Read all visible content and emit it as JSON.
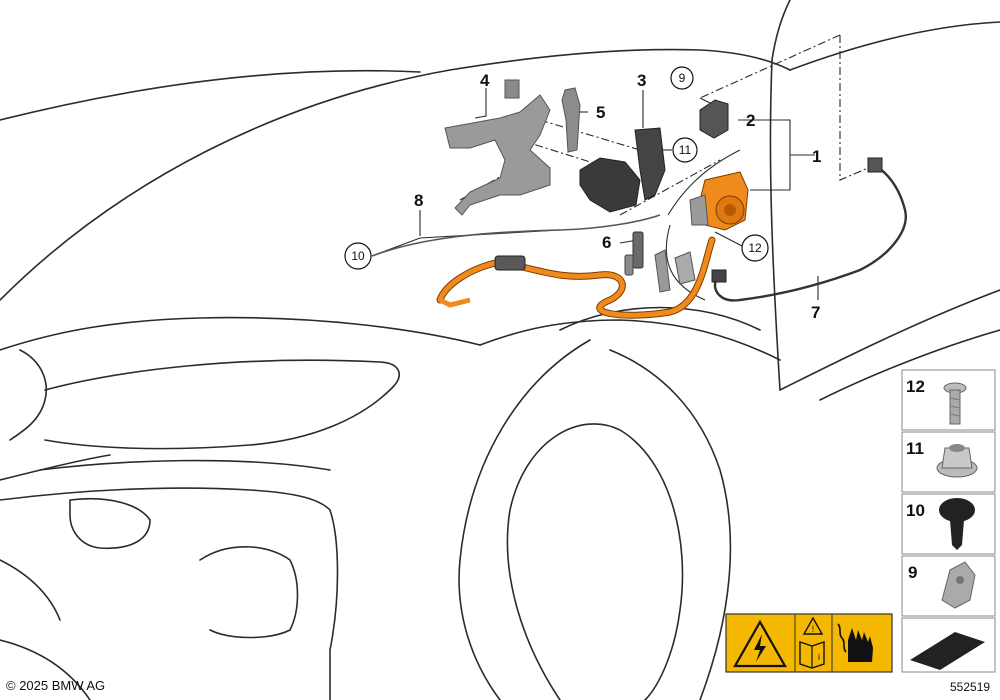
{
  "callouts": [
    {
      "id": "1",
      "label": "1"
    },
    {
      "id": "2",
      "label": "2"
    },
    {
      "id": "3",
      "label": "3"
    },
    {
      "id": "4",
      "label": "4"
    },
    {
      "id": "5",
      "label": "5"
    },
    {
      "id": "6",
      "label": "6"
    },
    {
      "id": "7",
      "label": "7"
    },
    {
      "id": "8",
      "label": "8"
    }
  ],
  "circled_callouts": [
    {
      "id": "9",
      "label": "9"
    },
    {
      "id": "10",
      "label": "10"
    },
    {
      "id": "11",
      "label": "11"
    },
    {
      "id": "12",
      "label": "12"
    }
  ],
  "legend": [
    {
      "label": "12",
      "part": "screw"
    },
    {
      "label": "11",
      "part": "nut"
    },
    {
      "label": "10",
      "part": "expanding-rivet"
    },
    {
      "label": "9",
      "part": "clip"
    }
  ],
  "colors": {
    "line": "#2b2b2b",
    "part_gray": "#8c8c8c",
    "part_dark": "#3f3f3f",
    "highlight_orange": "#f08a1c",
    "warning_yellow": "#f5b800"
  },
  "footer": {
    "copyright": "© 2025 BMW AG",
    "reference": "552519"
  }
}
